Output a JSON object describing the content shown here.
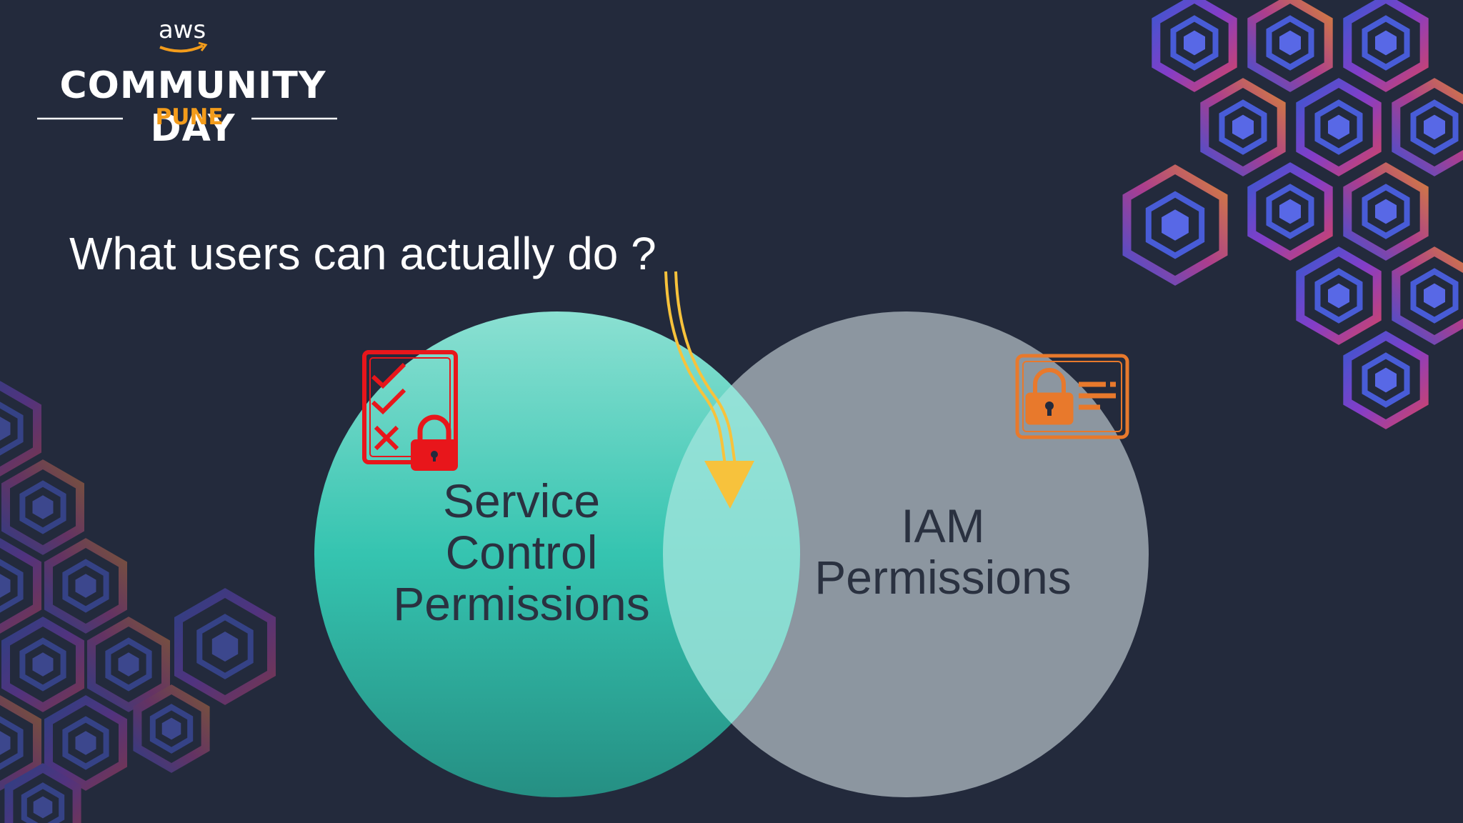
{
  "logo": {
    "aws": "aws",
    "event": "COMMUNITY DAY",
    "city": "PUNE"
  },
  "slide": {
    "question": "What users can actually do ?"
  },
  "diagram": {
    "scp_label_lines": [
      "Service",
      "Control",
      "Permissions"
    ],
    "iam_label_lines": [
      "IAM",
      "Permissions"
    ],
    "colors": {
      "background": "#232a3c",
      "scp_circle": "#35c4b0",
      "iam_circle": "#8c96a0",
      "intersection": "#9ae3d9",
      "arrow": "#f7c23c",
      "policy_icon": "#e8161b",
      "permission_icon": "#e8792c",
      "accent": "#f39c1b"
    },
    "icons": {
      "policy": "policy-checklist-lock-icon",
      "permission": "id-card-lock-icon"
    }
  }
}
